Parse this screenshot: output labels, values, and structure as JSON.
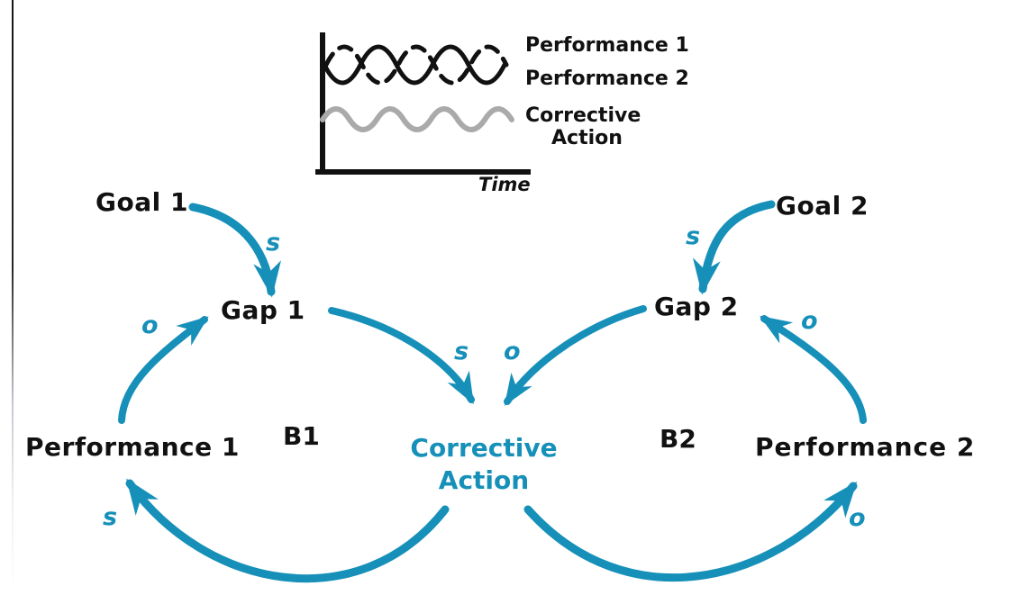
{
  "colors": {
    "accent": "#1690b8",
    "ink": "#111111",
    "muted_line": "#aaaaaa"
  },
  "inset_chart": {
    "type": "line",
    "x_axis_label": "Time",
    "legend": {
      "performance1": "Performance 1",
      "performance2": "Performance 2",
      "corrective_line1": "Corrective",
      "corrective_line2": "Action"
    },
    "series": [
      {
        "name": "Performance 1",
        "line_style": "solid",
        "color": "#111111",
        "shape": "oscillating wave over time"
      },
      {
        "name": "Performance 2",
        "line_style": "dashed",
        "color": "#111111",
        "shape": "oscillating wave, out of phase with Performance 1"
      },
      {
        "name": "Corrective Action",
        "line_style": "solid",
        "color": "#aaaaaa",
        "shape": "smaller oscillating wave below"
      }
    ]
  },
  "nodes": {
    "goal1": "Goal 1",
    "gap1": "Gap 1",
    "performance1": "Performance 1",
    "corrective_line1": "Corrective",
    "corrective_line2": "Action",
    "goal2": "Goal 2",
    "gap2": "Gap 2",
    "performance2": "Performance 2"
  },
  "loops": {
    "b1": "B1",
    "b2": "B2"
  },
  "links": [
    {
      "from": "Goal 1",
      "to": "Gap 1",
      "polarity": "s"
    },
    {
      "from": "Performance 1",
      "to": "Gap 1",
      "polarity": "o"
    },
    {
      "from": "Gap 1",
      "to": "Corrective Action",
      "polarity": "s"
    },
    {
      "from": "Gap 2",
      "to": "Corrective Action",
      "polarity": "o"
    },
    {
      "from": "Corrective Action",
      "to": "Performance 1",
      "polarity": "s"
    },
    {
      "from": "Corrective Action",
      "to": "Performance 2",
      "polarity": "o"
    },
    {
      "from": "Goal 2",
      "to": "Gap 2",
      "polarity": "s"
    },
    {
      "from": "Performance 2",
      "to": "Gap 2",
      "polarity": "o"
    }
  ]
}
